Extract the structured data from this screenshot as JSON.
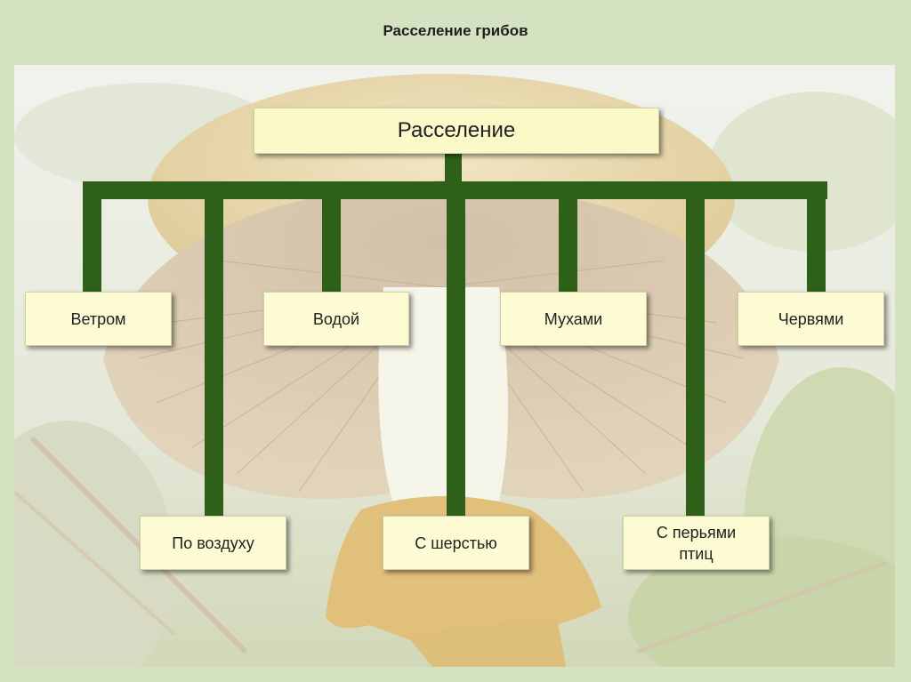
{
  "slide": {
    "title": "Расселение грибов"
  },
  "diagram": {
    "root": "Расселение",
    "top_row": [
      "Ветром",
      "Водой",
      "Мухами",
      "Червями"
    ],
    "bottom_row": [
      "По воздуху",
      "С шерстью",
      "С перьями\nптиц"
    ]
  },
  "colors": {
    "connector": "#2e6019",
    "box_fill": "#fcfbd4",
    "slide_background": "#d5e2c2"
  }
}
